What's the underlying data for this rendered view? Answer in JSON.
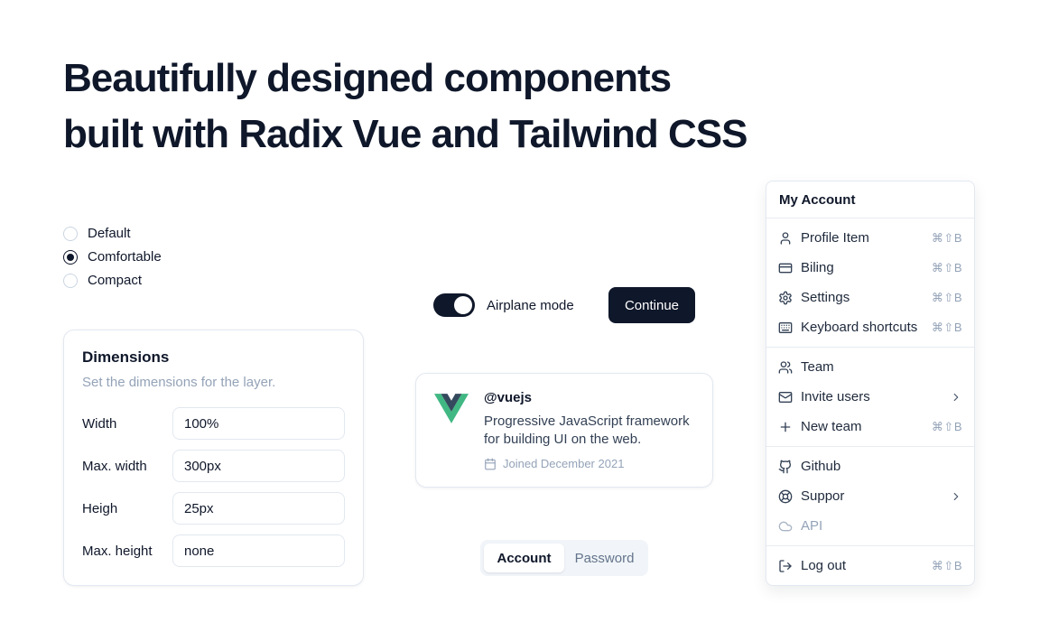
{
  "heading": {
    "line1": "Beautifully designed components",
    "line2": "built with Radix Vue and Tailwind CSS"
  },
  "radio_group": {
    "options": [
      {
        "label": "Default",
        "selected": false
      },
      {
        "label": "Comfortable",
        "selected": true
      },
      {
        "label": "Compact",
        "selected": false
      }
    ]
  },
  "dimensions_card": {
    "title": "Dimensions",
    "subtitle": "Set the dimensions for the layer.",
    "fields": [
      {
        "label": "Width",
        "value": "100%"
      },
      {
        "label": "Max. width",
        "value": "300px"
      },
      {
        "label": "Heigh",
        "value": "25px"
      },
      {
        "label": "Max. height",
        "value": "none"
      }
    ]
  },
  "airplane_mode": {
    "label": "Airplane mode",
    "state": "on"
  },
  "continue_button": {
    "label": "Continue"
  },
  "profile_card": {
    "logo": "vue-logo",
    "handle": "@vuejs",
    "description": "Progressive JavaScript framework for building UI on the web.",
    "joined": "Joined December 2021"
  },
  "tabs": {
    "items": [
      {
        "label": "Account",
        "active": true
      },
      {
        "label": "Password",
        "active": false
      }
    ]
  },
  "menu": {
    "title": "My Account",
    "groups": [
      {
        "items": [
          {
            "label": "Profile Item",
            "icon": "user-icon",
            "shortcut": "⌘⇧B"
          },
          {
            "label": "Biling",
            "icon": "credit-card-icon",
            "shortcut": "⌘⇧B"
          },
          {
            "label": "Settings",
            "icon": "gear-icon",
            "shortcut": "⌘⇧B"
          },
          {
            "label": "Keyboard shortcuts",
            "icon": "keyboard-icon",
            "shortcut": "⌘⇧B"
          }
        ]
      },
      {
        "items": [
          {
            "label": "Team",
            "icon": "users-icon"
          },
          {
            "label": "Invite users",
            "icon": "mail-icon",
            "submenu": true
          },
          {
            "label": "New team",
            "icon": "plus-icon",
            "shortcut": "⌘⇧B"
          }
        ]
      },
      {
        "items": [
          {
            "label": "Github",
            "icon": "github-icon"
          },
          {
            "label": "Suppor",
            "icon": "lifebuoy-icon",
            "submenu": true
          },
          {
            "label": "API",
            "icon": "cloud-icon",
            "disabled": true
          }
        ]
      },
      {
        "items": [
          {
            "label": "Log out",
            "icon": "logout-icon",
            "shortcut": "⌘⇧B"
          }
        ]
      }
    ]
  },
  "colors": {
    "foreground": "#0f172a",
    "muted_text": "#94a3b8",
    "border": "#e2e8f0",
    "tabs_background": "#f1f5f9",
    "vue_green": "#41b883",
    "vue_navy": "#35495e"
  }
}
